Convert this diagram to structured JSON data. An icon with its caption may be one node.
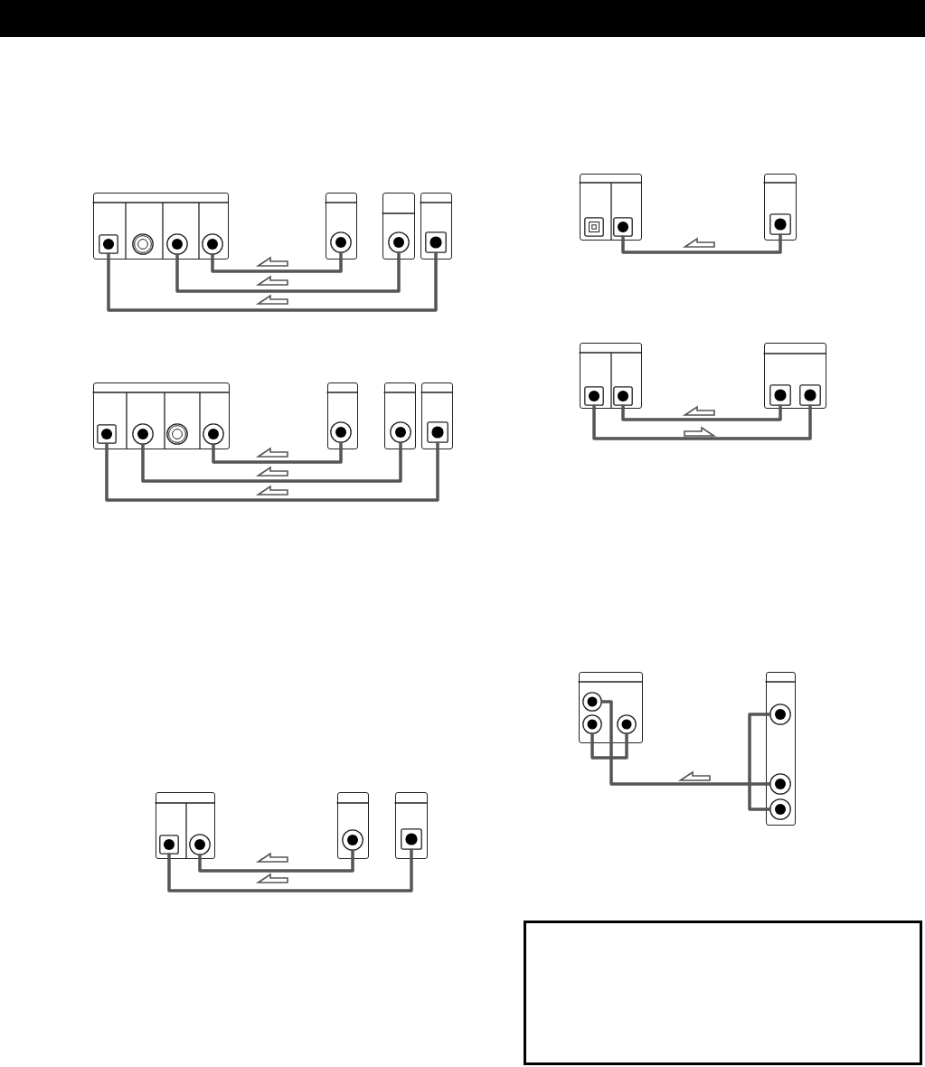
{
  "diagram": {
    "nodes": [
      {
        "text": [],
        "shape": "box"
      },
      {
        "text": [],
        "shape": "box",
        "in": 0
      },
      {
        "text": [],
        "shape": "circle",
        "in": 0
      },
      {
        "text": [],
        "shape": "circle",
        "in": 0
      },
      {
        "text": [],
        "shape": "circle",
        "in": 0
      },
      {
        "text": [],
        "shape": "box"
      },
      {
        "text": [],
        "shape": "circle",
        "in": 5
      },
      {
        "text": [],
        "shape": "box"
      },
      {
        "text": [],
        "shape": "circle",
        "in": 7
      },
      {
        "text": [],
        "shape": "box"
      },
      {
        "text": [],
        "shape": "box",
        "in": 9
      },
      {
        "text": [],
        "shape": "box"
      },
      {
        "text": [],
        "shape": "box",
        "in": 11
      },
      {
        "text": [],
        "shape": "circle",
        "in": 11
      },
      {
        "text": [],
        "shape": "circle",
        "in": 11
      },
      {
        "text": [],
        "shape": "circle",
        "in": 11
      },
      {
        "text": [],
        "shape": "box"
      },
      {
        "text": [],
        "shape": "circle",
        "in": 16
      },
      {
        "text": [],
        "shape": "box"
      },
      {
        "text": [],
        "shape": "circle",
        "in": 18
      },
      {
        "text": [],
        "shape": "box"
      },
      {
        "text": [],
        "shape": "box",
        "in": 20
      },
      {
        "text": [],
        "shape": "box"
      },
      {
        "text": [],
        "shape": "box",
        "in": 22
      },
      {
        "text": [],
        "shape": "circle",
        "in": 22
      },
      {
        "text": [],
        "shape": "box"
      },
      {
        "text": [],
        "shape": "circle",
        "in": 25
      },
      {
        "text": [],
        "shape": "box"
      },
      {
        "text": [],
        "shape": "box",
        "in": 27
      },
      {
        "text": [],
        "shape": "box"
      },
      {
        "text": [],
        "shape": "box",
        "in": 29
      },
      {
        "text": [],
        "shape": "box",
        "in": 29
      },
      {
        "text": [],
        "shape": "box"
      },
      {
        "text": [],
        "shape": "box",
        "in": 32
      },
      {
        "text": [],
        "shape": "box"
      },
      {
        "text": [],
        "shape": "box",
        "in": 34
      },
      {
        "text": [],
        "shape": "box",
        "in": 34
      },
      {
        "text": [],
        "shape": "box"
      },
      {
        "text": [],
        "shape": "box",
        "in": 37
      },
      {
        "text": [],
        "shape": "box",
        "in": 37
      },
      {
        "text": [],
        "shape": "box"
      },
      {
        "text": [],
        "shape": "circle",
        "in": 40
      },
      {
        "text": [],
        "shape": "circle",
        "in": 40
      },
      {
        "text": [],
        "shape": "circle",
        "in": 40
      },
      {
        "text": [],
        "shape": "box"
      },
      {
        "text": [],
        "shape": "circle",
        "in": 44
      },
      {
        "text": [],
        "shape": "circle",
        "in": 44
      },
      {
        "text": [],
        "shape": "circle",
        "in": 44
      },
      {
        "text": [],
        "shape": "box"
      }
    ],
    "edges": [
      {
        "from": 6,
        "to": 4,
        "arrow": "none"
      },
      {
        "from": 8,
        "to": 3,
        "arrow": "none"
      },
      {
        "from": 10,
        "to": 1,
        "arrow": "none"
      },
      {
        "from": 17,
        "to": 15,
        "arrow": "none"
      },
      {
        "from": 19,
        "to": 13,
        "arrow": "none"
      },
      {
        "from": 21,
        "to": 12,
        "arrow": "none"
      },
      {
        "from": 26,
        "to": 24,
        "arrow": "none"
      },
      {
        "from": 28,
        "to": 23,
        "arrow": "none"
      },
      {
        "from": 33,
        "to": 31,
        "arrow": "none"
      },
      {
        "from": 38,
        "to": 36,
        "arrow": "none"
      },
      {
        "from": 35,
        "to": 39,
        "arrow": "none"
      },
      {
        "from": 46,
        "to": 41,
        "arrow": "none"
      },
      {
        "from": 42,
        "to": 43,
        "arrow": "none"
      },
      {
        "from": 45,
        "to": 47,
        "arrow": "none"
      }
    ]
  }
}
